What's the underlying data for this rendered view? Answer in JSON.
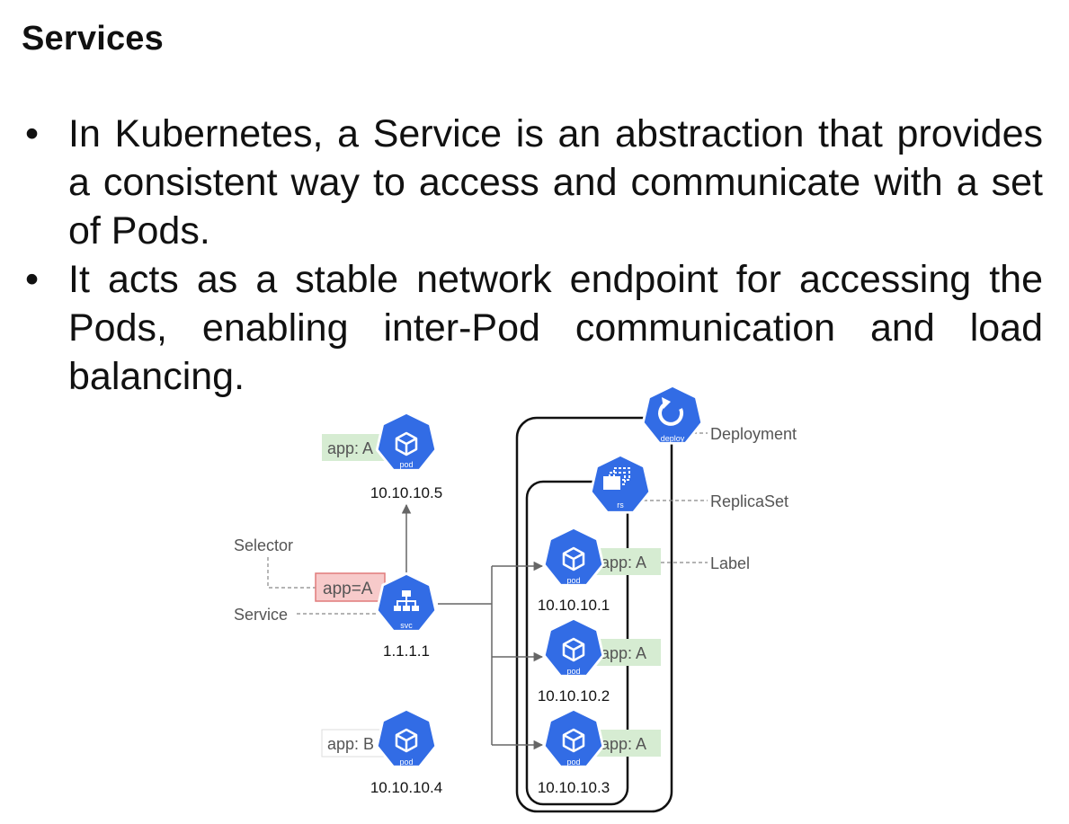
{
  "slide": {
    "title": "Services",
    "bullets": [
      "In Kubernetes, a Service is an abstraction that provides a consistent way to access and communicate with a set of Pods.",
      "It acts as a stable network endpoint for accessing the Pods, enabling inter-Pod communication and load balancing."
    ]
  },
  "diagram": {
    "colors": {
      "k8s_blue": "#326ce5",
      "label_green": "#d6ecd2",
      "selector_red": "#f7caca",
      "selector_border": "#e07b7b"
    },
    "icons": {
      "pod": "pod-icon",
      "service": "svc-icon",
      "replicaset": "rs-icon",
      "deployment": "deploy-icon"
    },
    "icon_text": {
      "pod": "pod",
      "svc": "svc",
      "rs": "rs",
      "deploy": "deploy"
    },
    "pods": [
      {
        "ip": "10.10.10.5",
        "label": "app: A"
      },
      {
        "ip": "10.10.10.4",
        "label": "app: B"
      },
      {
        "ip": "10.10.10.1",
        "label": "app: A"
      },
      {
        "ip": "10.10.10.2",
        "label": "app: A"
      },
      {
        "ip": "10.10.10.3",
        "label": "app: A"
      }
    ],
    "service": {
      "ip": "1.1.1.1",
      "selector": "app=A"
    },
    "annotations": {
      "selector": "Selector",
      "service": "Service",
      "deployment": "Deployment",
      "replicaset": "ReplicaSet",
      "label": "Label"
    }
  }
}
